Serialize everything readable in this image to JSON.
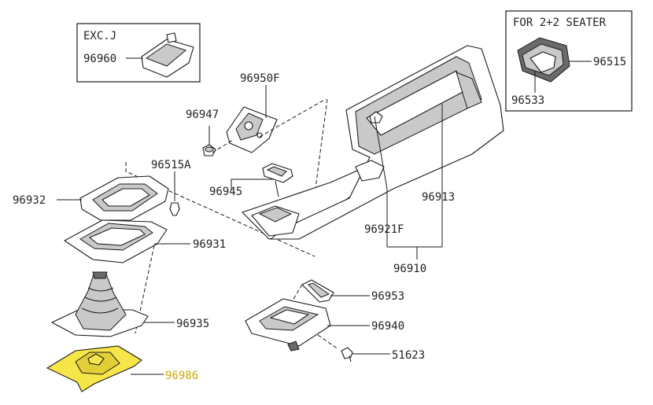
{
  "insets": {
    "exc_j": "EXC.J",
    "seater": "FOR 2+2 SEATER"
  },
  "parts": {
    "p96960": "96960",
    "p96515": "96515",
    "p96533": "96533",
    "p96950F": "96950F",
    "p96947": "96947",
    "p96515A": "96515A",
    "p96945": "96945",
    "p96932": "96932",
    "p96931": "96931",
    "p96935": "96935",
    "p96986": "96986",
    "p96913": "96913",
    "p96921F": "96921F",
    "p96910": "96910",
    "p96953": "96953",
    "p96940": "96940",
    "p51623": "51623"
  },
  "colors": {
    "highlight": "#f7e64a",
    "highlight_text": "#c9a800"
  }
}
